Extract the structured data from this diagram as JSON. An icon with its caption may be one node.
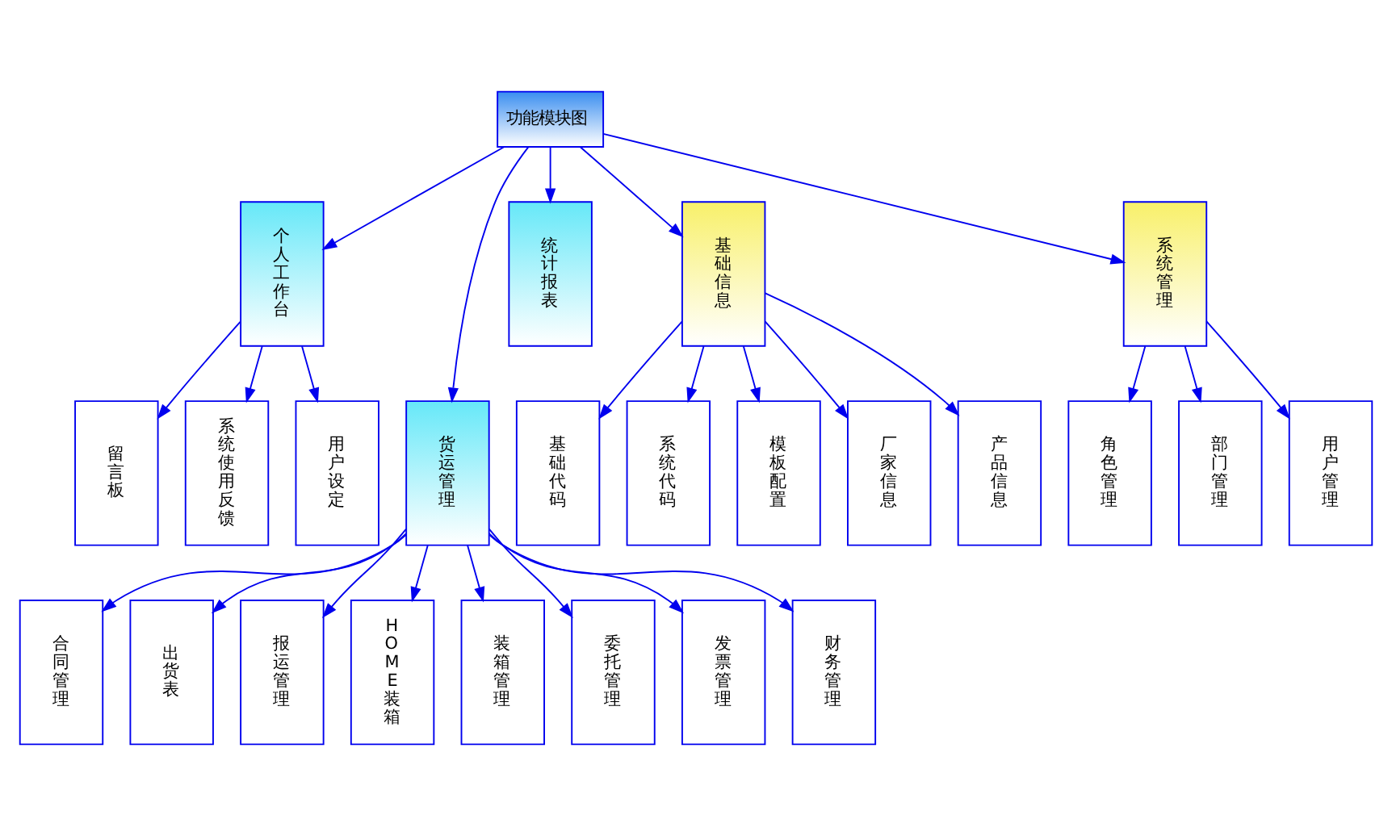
{
  "diagram": {
    "nodes": [
      {
        "text": [
          "功能模块图"
        ]
      },
      {
        "text": [
          "个人工作台"
        ]
      },
      {
        "text": [
          "货运管理"
        ]
      },
      {
        "text": [
          "统计报表"
        ]
      },
      {
        "text": [
          "基础信息"
        ]
      },
      {
        "text": [
          "系统管理"
        ]
      },
      {
        "text": [
          "留言板"
        ]
      },
      {
        "text": [
          "系统使用反馈"
        ]
      },
      {
        "text": [
          "用户设定"
        ]
      },
      {
        "text": [
          "合同管理"
        ]
      },
      {
        "text": [
          "出货表"
        ]
      },
      {
        "text": [
          "报运管理"
        ]
      },
      {
        "text": [
          "HOME装箱"
        ]
      },
      {
        "text": [
          "装箱管理"
        ]
      },
      {
        "text": [
          "委托管理"
        ]
      },
      {
        "text": [
          "发票管理"
        ]
      },
      {
        "text": [
          "财务管理"
        ]
      },
      {
        "text": [
          "基础代码"
        ]
      },
      {
        "text": [
          "系统代码"
        ]
      },
      {
        "text": [
          "模板配置"
        ]
      },
      {
        "text": [
          "厂家信息"
        ]
      },
      {
        "text": [
          "产品信息"
        ]
      },
      {
        "text": [
          "角色管理"
        ]
      },
      {
        "text": [
          "部门管理"
        ]
      },
      {
        "text": [
          "用户管理"
        ]
      }
    ],
    "edges": [
      {
        "from": 0,
        "to": 1,
        "arrow": "to"
      },
      {
        "from": 0,
        "to": 2,
        "arrow": "to"
      },
      {
        "from": 0,
        "to": 3,
        "arrow": "to"
      },
      {
        "from": 0,
        "to": 4,
        "arrow": "to"
      },
      {
        "from": 0,
        "to": 5,
        "arrow": "to"
      },
      {
        "from": 1,
        "to": 6,
        "arrow": "to"
      },
      {
        "from": 1,
        "to": 7,
        "arrow": "to"
      },
      {
        "from": 1,
        "to": 8,
        "arrow": "to"
      },
      {
        "from": 2,
        "to": 9,
        "arrow": "to"
      },
      {
        "from": 2,
        "to": 10,
        "arrow": "to"
      },
      {
        "from": 2,
        "to": 11,
        "arrow": "to"
      },
      {
        "from": 2,
        "to": 12,
        "arrow": "to"
      },
      {
        "from": 2,
        "to": 13,
        "arrow": "to"
      },
      {
        "from": 2,
        "to": 14,
        "arrow": "to"
      },
      {
        "from": 2,
        "to": 15,
        "arrow": "to"
      },
      {
        "from": 2,
        "to": 16,
        "arrow": "to"
      },
      {
        "from": 4,
        "to": 17,
        "arrow": "to"
      },
      {
        "from": 4,
        "to": 18,
        "arrow": "to"
      },
      {
        "from": 4,
        "to": 19,
        "arrow": "to"
      },
      {
        "from": 4,
        "to": 20,
        "arrow": "to"
      },
      {
        "from": 4,
        "to": 21,
        "arrow": "to"
      },
      {
        "from": 5,
        "to": 22,
        "arrow": "to"
      },
      {
        "from": 5,
        "to": 23,
        "arrow": "to"
      },
      {
        "from": 5,
        "to": 24,
        "arrow": "to"
      }
    ]
  }
}
